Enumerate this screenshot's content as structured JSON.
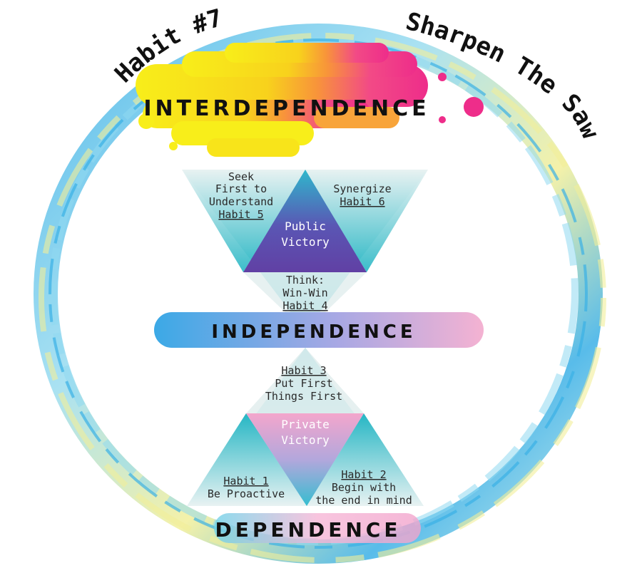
{
  "curved_text": {
    "left": "Habit #7",
    "right": "Sharpen The Saw"
  },
  "levels": {
    "top": "INTERDEPENDENCE",
    "middle": "INDEPENDENCE",
    "bottom": "DEPENDENCE"
  },
  "victories": {
    "public": [
      "Public",
      "Victory"
    ],
    "private": [
      "Private",
      "Victory"
    ]
  },
  "habits": {
    "h5": [
      "Seek",
      "First to",
      "Understand",
      "Habit 5"
    ],
    "h6": [
      "Synergize",
      "Habit 6"
    ],
    "h4": [
      "Think:",
      "Win-Win",
      "Habit 4"
    ],
    "h3": [
      "Habit 3",
      "Put First",
      "Things First"
    ],
    "h1": [
      "Habit 1",
      "Be Proactive"
    ],
    "h2": [
      "Habit 2",
      "Begin with",
      "the end in mind"
    ]
  },
  "colors": {
    "ring_blue": "#3bb0e6",
    "ring_yellow": "#f2ef9a",
    "teal_light": "#e6f1f1",
    "teal": "#29b9c6",
    "purple": "#5f43a8",
    "pink": "#f09cc7",
    "magenta": "#ee2d8a",
    "yellow": "#f8ee1a",
    "orange": "#f8a43a"
  }
}
